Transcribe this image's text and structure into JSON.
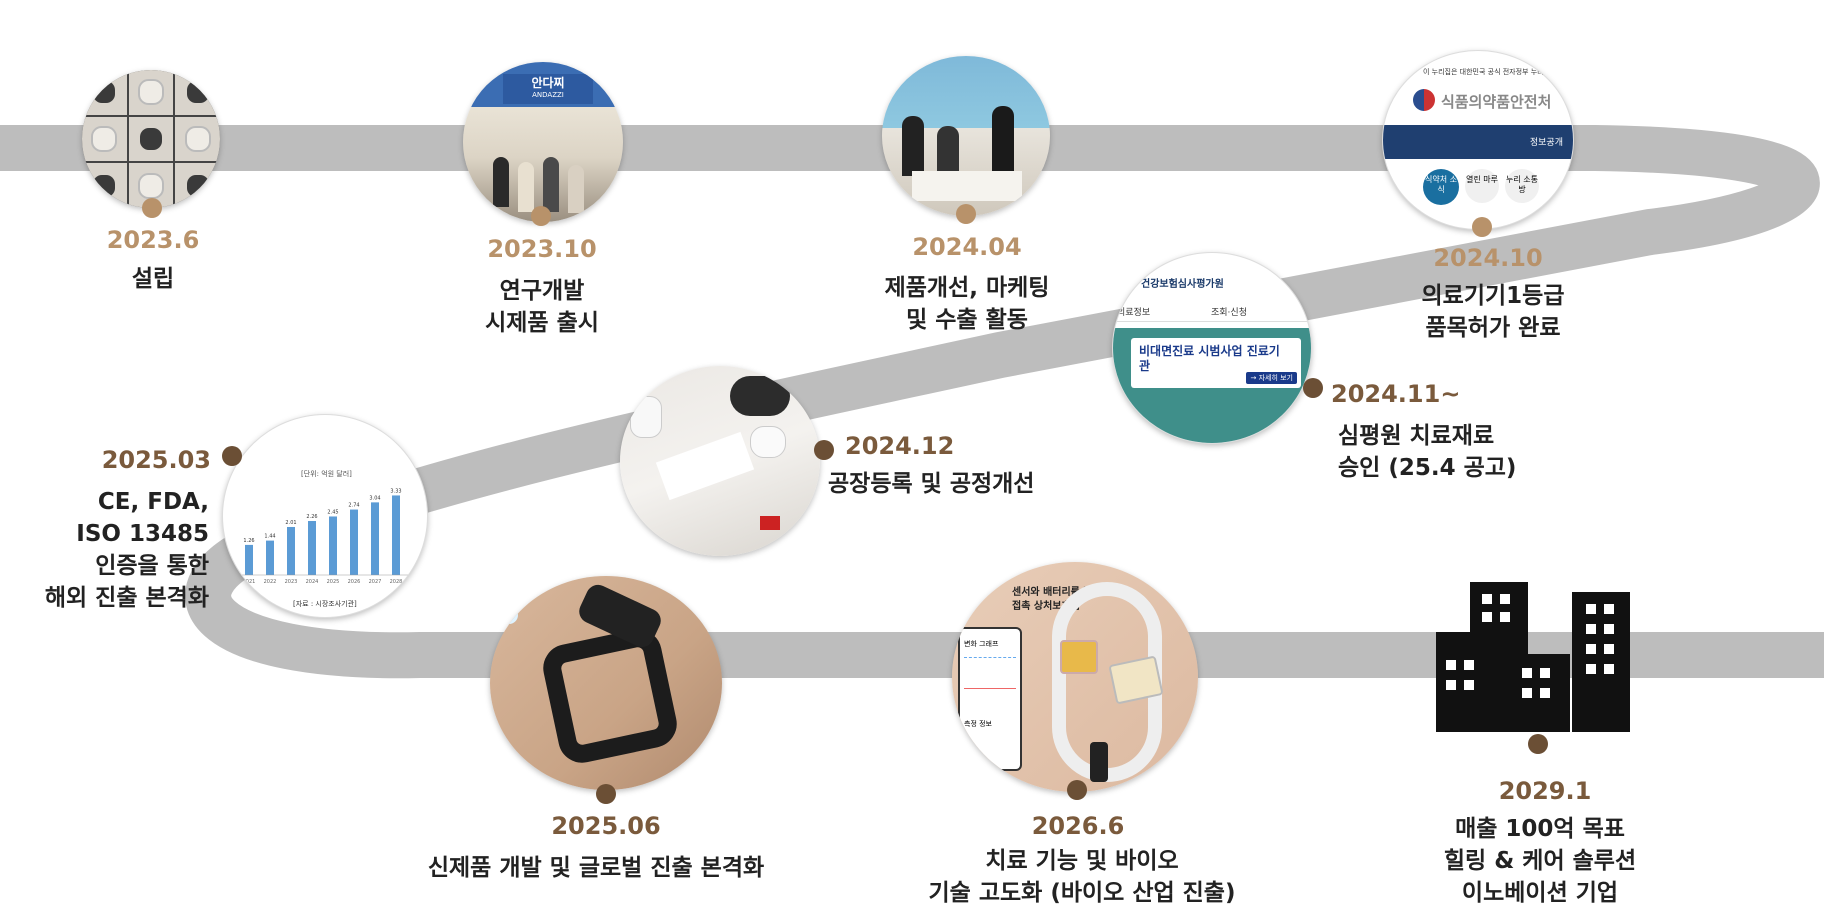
{
  "colors": {
    "road": "#bdbdbd",
    "date_tan": "#b8926a",
    "date_brown": "#7a5a3c",
    "dot_tan": "#b8926a",
    "dot_brown": "#6b4f35",
    "building": "#111111"
  },
  "milestones": [
    {
      "date": "2023.6",
      "lines": [
        "설립"
      ],
      "photo": "mold-parts-grid"
    },
    {
      "date": "2023.10",
      "lines": [
        "연구개발",
        "시제품 출시"
      ],
      "photo": "exhibition-booth"
    },
    {
      "date": "2024.04",
      "lines": [
        "제품개선, 마케팅",
        "및 수출 활동"
      ],
      "photo": "business-meeting"
    },
    {
      "date": "2024.10",
      "lines": [
        "의료기기1등급",
        "품목허가 완료"
      ],
      "photo": "mfds-website"
    },
    {
      "date": "2024.11~",
      "lines": [
        "심평원 치료재료",
        "승인 (25.4 공고)"
      ],
      "photo": "hira-website"
    },
    {
      "date": "2024.12",
      "lines": [
        "공장등록 및 공정개선"
      ],
      "photo": "factory-workers"
    },
    {
      "date": "2025.03",
      "lines": [
        "CE,  FDA,",
        "ISO 13485",
        "인증을 통한",
        "해외 진출 본격화"
      ],
      "photo": "market-bar-chart"
    },
    {
      "date": "2025.06",
      "lines": [
        "신제품 개발 및 글로벌 진출 본격화"
      ],
      "photo": "wearable-device"
    },
    {
      "date": "2026.6",
      "lines": [
        "치료 기능 및 바이오",
        "기술 고도화 (바이오 산업 진출)"
      ],
      "photo": "sensor-patch"
    },
    {
      "date": "2029.1",
      "lines": [
        "매출 100억 목표",
        "힐링 & 케어 솔루션",
        "이노베이션 기업"
      ],
      "photo": "buildings-icon"
    }
  ],
  "photo_texts": {
    "booth_sign": "안다찌",
    "booth_sub": "ANDAZZI",
    "mfds_gov": "이 누리집은 대한민국 공식 전자정부 누리집",
    "mfds_name": "식품의약품안전처",
    "mfds_bar": "정보공개",
    "mfds_tabs": [
      "식약처 소식",
      "열린 마루",
      "누리 소통방"
    ],
    "hira_name": "건강보험심사평가원",
    "hira_menu": [
      "의료정보",
      "조회·신청"
    ],
    "hira_banner": "비대면진료 시범사업 진료기관",
    "hira_btn": "→ 자세히 보기",
    "chart_caption": "[자료 : 시장조사기관]",
    "chart_subtitle": "[단위: 억원 달러]",
    "sensor_caption": "센서와 배터리를 장착한 접촉 상처보호캡",
    "sensor_screen": "변화 그래프",
    "sensor_screen2": "측정 정보"
  },
  "chart_data": {
    "type": "bar",
    "categories": [
      "2021",
      "2022",
      "2023",
      "2024",
      "2025",
      "2026",
      "2027",
      "2028"
    ],
    "values": [
      1.26,
      1.44,
      2.01,
      2.26,
      2.45,
      2.74,
      3.04,
      3.33
    ],
    "title": "",
    "xlabel": "",
    "ylabel": "",
    "ylim": [
      0,
      3.6
    ],
    "value_labels": [
      "1.26",
      "1.44",
      "2.01",
      "2.26",
      "2.45",
      "2.74",
      "3.04",
      "3.33"
    ]
  }
}
